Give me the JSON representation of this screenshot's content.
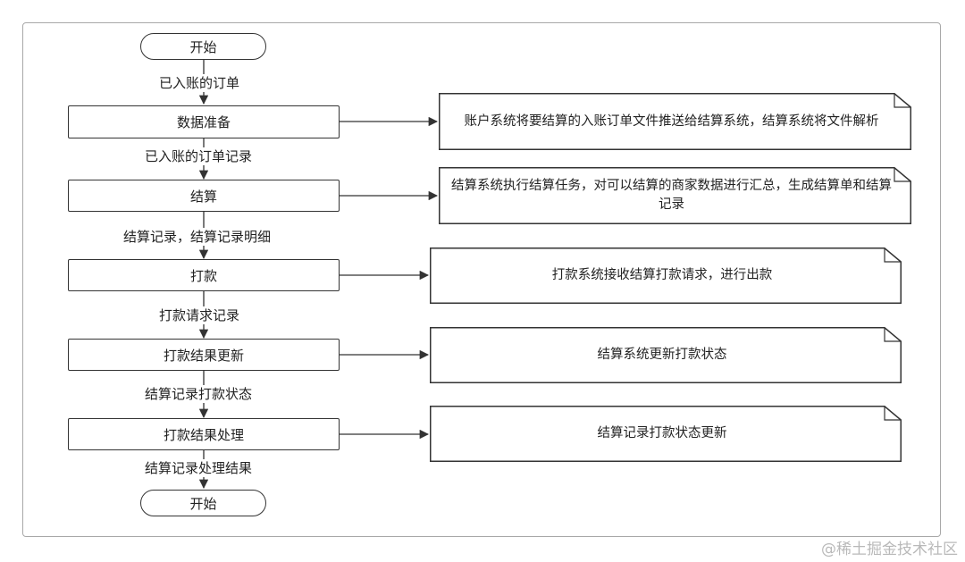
{
  "flow": {
    "start_label": "开始",
    "end_label": "开始",
    "steps": [
      {
        "label": "数据准备",
        "note": "账户系统将要结算的入账订单文件推送给结算系统，结算系统将文件解析"
      },
      {
        "label": "结算",
        "note": "结算系统执行结算任务，对可以结算的商家数据进行汇总，生成结算单和结算记录"
      },
      {
        "label": "打款",
        "note": "打款系统接收结算打款请求，进行出款"
      },
      {
        "label": "打款结果更新",
        "note": "结算系统更新打款状态"
      },
      {
        "label": "打款结果处理",
        "note": "结算记录打款状态更新"
      }
    ],
    "edge_labels": [
      "已入账的订单",
      "已入账的订单记录",
      "结算记录，结算记录明细",
      "打款请求记录",
      "结算记录打款状态",
      "结算记录处理结果"
    ]
  },
  "colors": {
    "stroke": "#333333",
    "frame": "#a8a8a8",
    "watermark": "#b9b9b9"
  },
  "watermark": "@稀土掘金技术社区"
}
